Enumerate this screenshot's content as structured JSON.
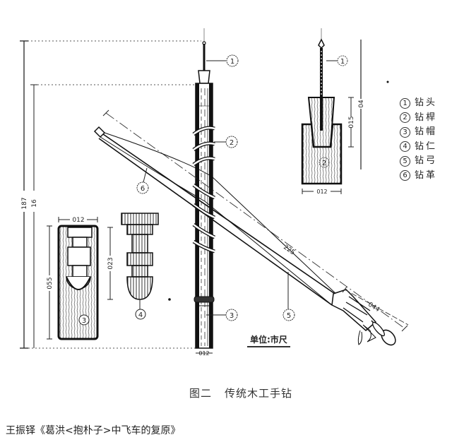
{
  "figure": {
    "caption_number": "图二",
    "caption_title": "传统木工手钻",
    "source_credit": "王振铎《葛洪<抱朴子>中飞车的复原》",
    "unit_label": "单位:市尺"
  },
  "legend": {
    "items": [
      {
        "num": "1",
        "label": "钻头"
      },
      {
        "num": "2",
        "label": "钻桿"
      },
      {
        "num": "3",
        "label": "钻帽"
      },
      {
        "num": "4",
        "label": "钻仁"
      },
      {
        "num": "5",
        "label": "钻弓"
      },
      {
        "num": "6",
        "label": "钻革"
      }
    ]
  },
  "dimensions": {
    "total_height": "187",
    "shaft_height": "16",
    "cap_width": "012",
    "cap_height": "055",
    "core_height": "023",
    "shaft_width": "012",
    "bow_length": "225",
    "handle_length": "044",
    "bit_detail_height": "04",
    "bit_socket_depth": "015",
    "bit_block_width": "012"
  },
  "callouts": {
    "c1_main": "1",
    "c2_main": "2",
    "c3_main": "3",
    "c3_cap": "3",
    "c4_core": "4",
    "c5_bow": "5",
    "c6_strap": "6",
    "c1_detail": "1",
    "c2_detail": "2"
  }
}
